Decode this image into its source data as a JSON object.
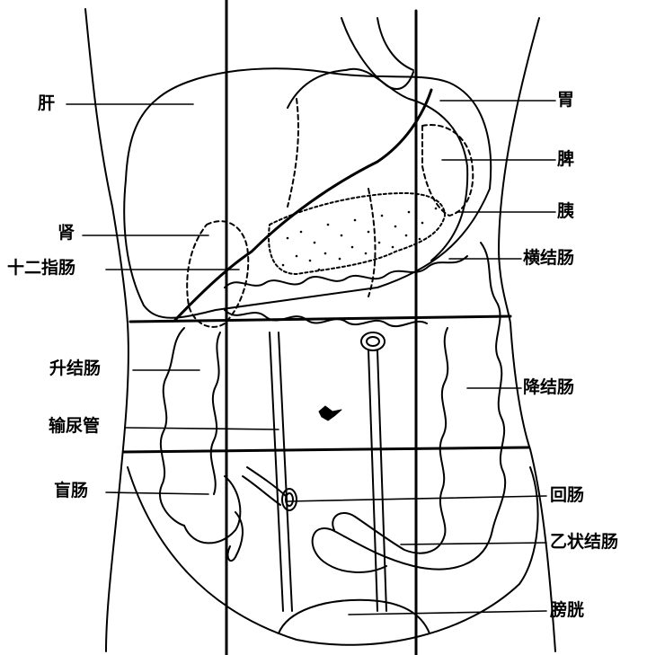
{
  "labels": {
    "liver": "肝",
    "stomach": "胃",
    "spleen": "脾",
    "pancreas": "胰",
    "kidney": "肾",
    "transverse_colon": "横结肠",
    "duodenum": "十二指肠",
    "ascending_colon": "升结肠",
    "descending_colon": "降结肠",
    "ureter": "输尿管",
    "cecum": "盲肠",
    "ileum": "回肠",
    "sigmoid_colon": "乙状结肠",
    "bladder": "膀胱"
  },
  "colors": {
    "ink": "#000000",
    "background": "#ffffff"
  }
}
